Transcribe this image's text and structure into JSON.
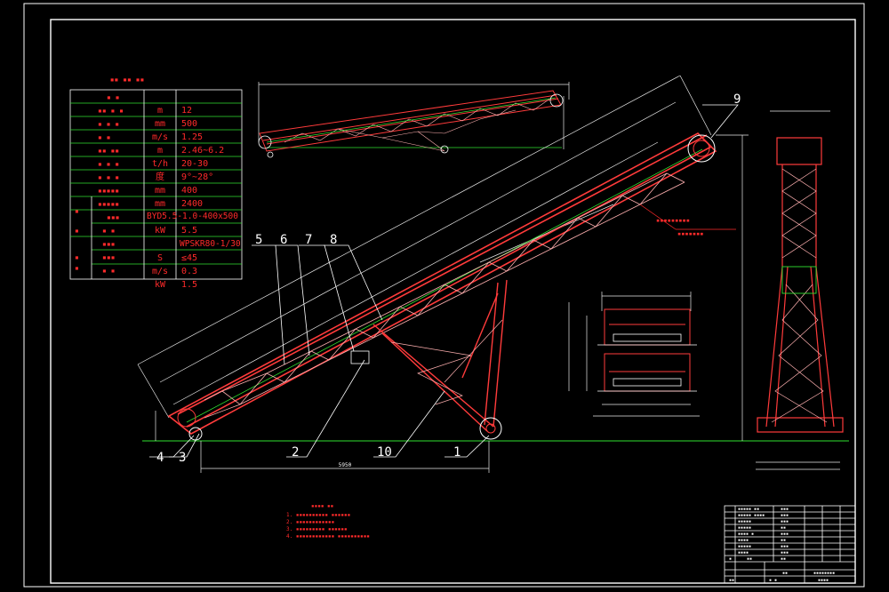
{
  "colors": {
    "background": "#000000",
    "frame": "#ffffff",
    "structure": "#ff3b3b",
    "truss": "#ffb0b0",
    "centerline": "#30e030",
    "dimension": "#e8e8e8",
    "annotation": "#ff2a2a"
  },
  "spec_table": {
    "rows": [
      {
        "unit": "m",
        "value": "12"
      },
      {
        "unit": "mm",
        "value": "500"
      },
      {
        "unit": "m/s",
        "value": "1.25"
      },
      {
        "unit": "m",
        "value": "2.46~6.2"
      },
      {
        "unit": "t/h",
        "value": "20-30"
      },
      {
        "unit": "度",
        "value": "9°~28°"
      },
      {
        "unit": "mm",
        "value": "400"
      },
      {
        "unit": "mm",
        "value": "2400"
      },
      {
        "unit": "",
        "value": "BYD5.5-1.0-400x500"
      },
      {
        "unit": "kW",
        "value": "5.5"
      },
      {
        "unit": "",
        "value": "WPSKR80-1/30"
      },
      {
        "unit": "S",
        "value": "≤45"
      },
      {
        "unit": "m/s",
        "value": "0.3"
      },
      {
        "unit": "kW",
        "value": "1.5"
      }
    ]
  },
  "part_labels": {
    "p1": "1",
    "p2": "2",
    "p3": "3",
    "p4": "4",
    "p5": "5",
    "p6": "6",
    "p7": "7",
    "p8": "8",
    "p9": "9",
    "p10": "10"
  },
  "dimensions": {
    "base_length": "5950"
  }
}
